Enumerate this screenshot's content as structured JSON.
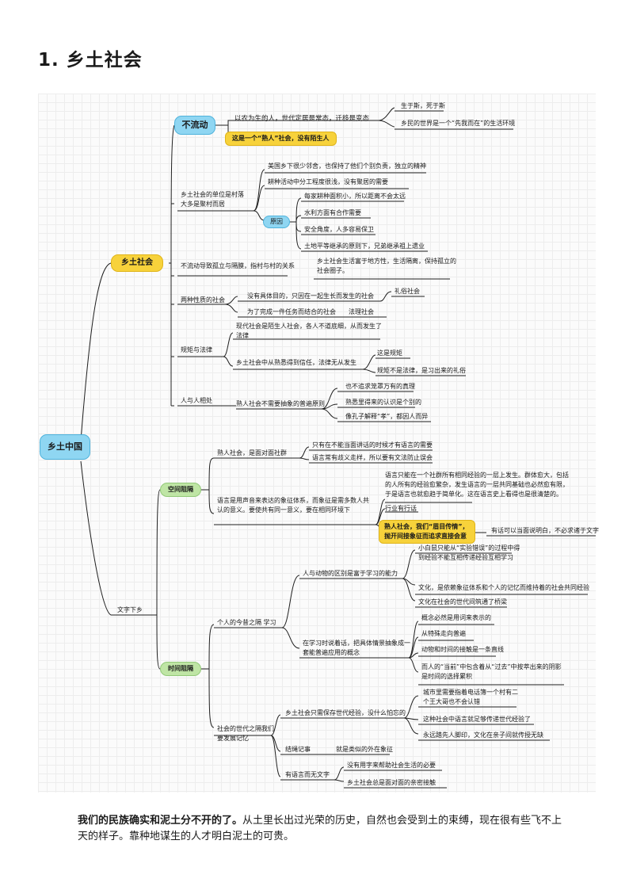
{
  "title": "1.  乡土社会",
  "colors": {
    "central": "#8fd6f2",
    "primary": "#f7d23b",
    "space": "#bfe5a5",
    "lines": "#1f1f1f"
  },
  "mindmap": {
    "root": "乡土中国",
    "branches": [
      {
        "label": "乡土社会",
        "children": [
          {
            "label": "不流动",
            "items": [
              "以农为生的人，世代定居是常态，迁移是变态",
              "这是一个“熟人”社会，没有陌生人"
            ],
            "leaves": [
              "生于斯，死于斯",
              "乡民的世界是一个“先我而在”的生活环境"
            ]
          },
          {
            "label": "乡土社会的单位是村落大多是聚村而居",
            "items": [
              "美国乡下很少邻舍，也保持了他们个别负责，独立的精神",
              "耕种活动中分工程度很浅，没有聚居的需要"
            ],
            "reason_label": "原因",
            "reasons": [
              "每家耕种面积小，所以距离不会太远",
              "水利方面有合作需要",
              "安全角度，人多容易保卫",
              "土地平等继承的原则下，兄弟继承祖上遗业"
            ]
          },
          {
            "label": "不流动导致孤立与隔膜，指村与村的关系",
            "items": [
              "乡土社会生活富于地方性，生活隔离，保持孤立的社会圈子。"
            ]
          },
          {
            "label": "两种性质的社会",
            "items": [
              "没有具体目的，只因在一起生长而发生的社会",
              "为了完成一件任务而结合的社会"
            ],
            "leaves": [
              "礼俗社会",
              "法理社会"
            ]
          },
          {
            "label": "规矩与法律",
            "items": [
              "现代社会是陌生人社会，各人不道底细，从而发生了法律",
              "乡土社会中从熟悉得到信任，法律无从发生"
            ],
            "leaves": [
              "这是规矩",
              "规矩不是法律，是习出来的礼俗"
            ]
          },
          {
            "label": "人与人相处",
            "items": [
              "熟人社会不需要抽象的普遍原则"
            ],
            "leaves": [
              "也不追求笼罩万有的真理",
              "熟悉里得来的认识是个别的",
              "像孔子解释“孝”，都因人而异"
            ]
          }
        ]
      },
      {
        "label": "文字下乡",
        "children": [
          {
            "label": "空间阻隔",
            "groups": [
              {
                "label": "熟人社会，是面对面社群",
                "items": [
                  "只有在不能当面讲话的时候才有语言的需要",
                  "语言常有歧义走样，所以要有文法防止误会"
                ]
              },
              {
                "label": "语言是用声音来表达的象征体系，而象征是需多数人共认的意义。要使共有同一意义，要在相同环境下",
                "items": [
                  "语言只能在一个社群所有相同经验的一层上发生。群体愈大，包括的人所有的经验愈繁杂，发生语言的一层共同基础也必然愈有限，于是语言也就愈趋于简单化。这在语言史上看得也是很清楚的。",
                  "行业有行话",
                  "熟人社会，我们“眉目传情”，抛开间接象征而追求直接会意"
                ],
                "leaf": "有话可以当面说明白，不必求诸于文字"
              }
            ]
          },
          {
            "label": "时间阻隔",
            "groups": [
              {
                "label": "个人的今昔之隔  学习",
                "sub": [
                  {
                    "label": "人与动物的区别是富于学习的能力",
                    "items": [
                      "小白鼠只能从“实验错误”的过程中得到经验不能互相传递经验互相学习",
                      "文化，是依赖象征体系和个人的记忆而维持着的社会共同经验",
                      "文化在社会的世代间筑通了桥梁"
                    ]
                  },
                  {
                    "label": "在学习时说着话，把具体情景抽象成一套能普遍应用的概念",
                    "items": [
                      "概念必然是用词来表示的",
                      "从特殊走向普遍",
                      "动物和时间的接触是一条直线",
                      "而人的“当前”中包含着从“过去”中按萃出来的阴影是时间的选择累积"
                    ]
                  }
                ]
              },
              {
                "label": "社会的世代之隔我们要发展记忆",
                "sub": [
                  {
                    "label": "乡土社会只需保存世代经验，没什么怕忘的",
                    "items": [
                      "城市里需要指着电话簿一个村有二个王大哥也不会认错",
                      "这种社会中语言就足够传递世代经验了",
                      "永远踏先人脚印，文化在亲子间就传授无缺"
                    ]
                  },
                  {
                    "label": "结绳记事",
                    "items": [
                      "就是类似的外在象征"
                    ]
                  },
                  {
                    "label": "有语言而无文字",
                    "items": [
                      "没有用字来帮助社会生活的必要",
                      "乡土社会总是面对面的亲密接触"
                    ]
                  }
                ]
              }
            ]
          }
        ]
      }
    ]
  },
  "quote": {
    "bold": "我们的民族确实和泥土分不开的了。",
    "rest": "从土里长出过光荣的历史，自然也会受到土的束缚，现在很有些飞不上天的样子。靠种地谋生的人才明白泥土的可贵。"
  }
}
